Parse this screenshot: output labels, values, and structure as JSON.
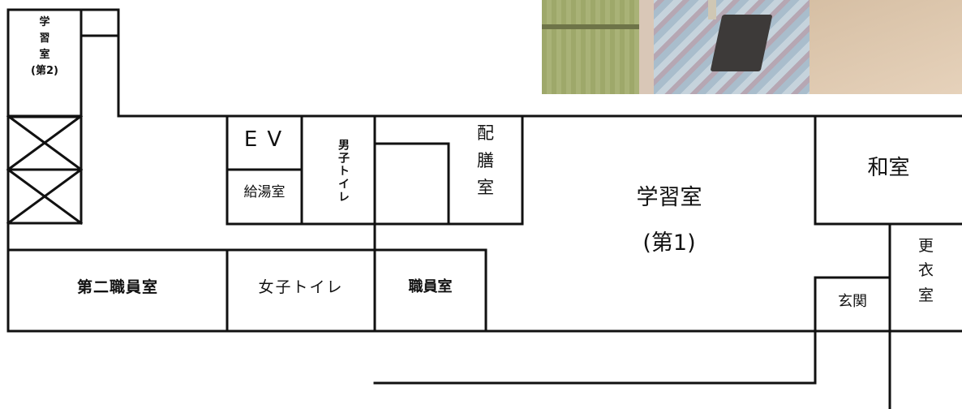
{
  "rooms": {
    "study_room_2": "学\n習\n室\n(第2)",
    "ev": "EV",
    "kettle_room": "給湯室",
    "mens_toilet": "男子トイレ",
    "serving_room": "配\n膳\n室",
    "study_room_1_name": "学習室",
    "study_room_1_number": "(第1)",
    "japanese_room": "和室",
    "changing_room": "更\n衣\n室",
    "entrance": "玄関",
    "second_staff_room": "第二職員室",
    "womens_toilet": "女子トイレ",
    "staff_room": "職員室"
  },
  "colors": {
    "line": "#111111",
    "background": "#ffffff"
  }
}
